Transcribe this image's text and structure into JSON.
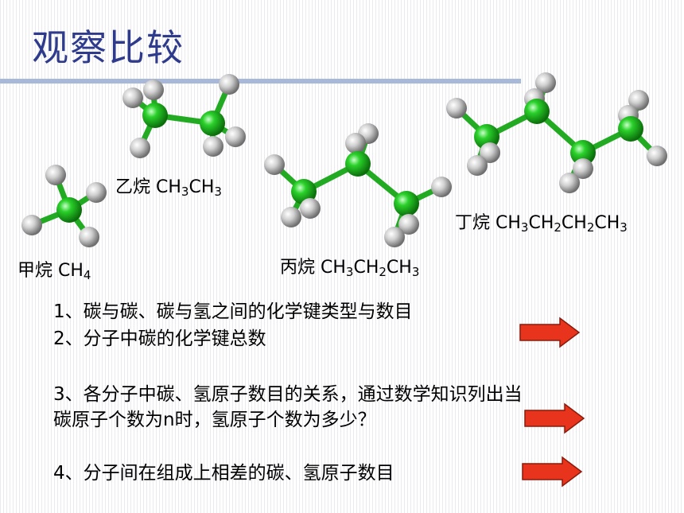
{
  "slide": {
    "title": "观察比较"
  },
  "molecules": {
    "methane": {
      "name": "甲烷",
      "formula": [
        [
          "CH",
          ""
        ],
        [
          "",
          "4"
        ]
      ]
    },
    "ethane": {
      "name": "乙烷",
      "formula": [
        [
          "CH",
          "3"
        ],
        [
          "CH",
          "3"
        ]
      ]
    },
    "propane": {
      "name": "丙烷",
      "formula": [
        [
          "CH",
          "3"
        ],
        [
          "CH",
          "2"
        ],
        [
          "CH",
          "3"
        ]
      ]
    },
    "butane": {
      "name": "丁烷",
      "formula": [
        [
          "CH",
          "3"
        ],
        [
          "CH",
          "2"
        ],
        [
          "CH",
          "2"
        ],
        [
          "CH",
          "3"
        ]
      ]
    }
  },
  "questions": {
    "q1": "1、碳与碳、碳与氢之间的化学键类型与数目",
    "q2": "2、分子中碳的化学键总数",
    "q3_line1": "3、各分子中碳、氢原子数目的关系，通过数学知识列出当",
    "q3_line2": "碳原子个数为n时，氢原子个数为多少？",
    "q4": "4、分子间在组成上相差的碳、氢原子数目"
  },
  "colors": {
    "title": "#2e3b8c",
    "rule": "#a8b8d8",
    "carbon": "#1fb81f",
    "hydrogen": "#c8c8c8",
    "bond": "#22aa22",
    "arrow": "#e8341c"
  }
}
